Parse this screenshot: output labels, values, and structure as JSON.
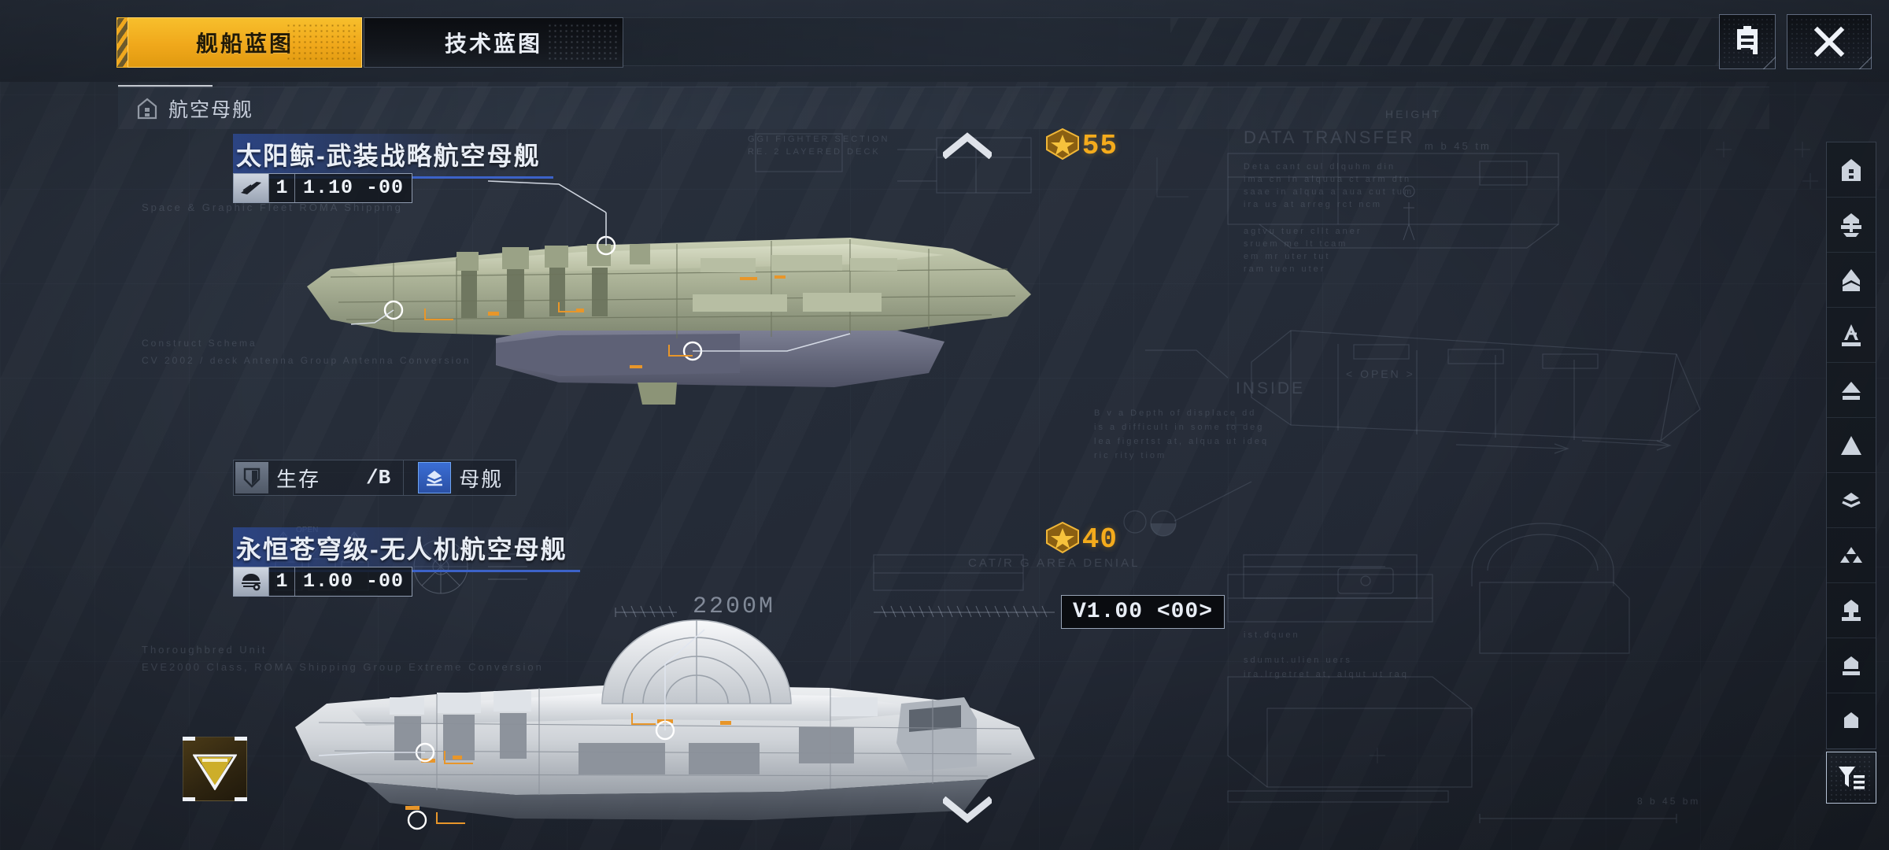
{
  "window": {
    "title": "舰船蓝图",
    "tabs": [
      {
        "label": "舰船蓝图",
        "active": true
      },
      {
        "label": "技术蓝图",
        "active": false
      }
    ],
    "header_buttons": [
      {
        "name": "list-button",
        "icon": "clipboard-icon"
      },
      {
        "name": "close-button",
        "icon": "close-icon"
      }
    ]
  },
  "breadcrumb": {
    "icon": "carrier-icon",
    "label": "航空母舰"
  },
  "ships": [
    {
      "title": "太阳鲸-武装战略航空母舰",
      "version_icon": "wing-icon",
      "version_tier": "1",
      "version_number": "1.10 -00",
      "rank_icon": "rank-star-icon",
      "rank_value": "55",
      "length": "2200M",
      "version_box": "V1.00 <00>",
      "tags": [
        {
          "icon": "shield-icon",
          "label": "生存",
          "grade": "/B"
        },
        {
          "icon": "mothership-icon",
          "label": "母舰",
          "grade": ""
        }
      ],
      "blueprint_labels": [
        "DATA TRANSFER",
        "INSIDE",
        "HEIGHT",
        "OPEN"
      ]
    },
    {
      "title": "永恒苍穹级-无人机航空母舰",
      "version_icon": "gear-globe-icon",
      "version_tier": "1",
      "version_number": "1.00 -00",
      "rank_icon": "rank-star-icon",
      "rank_value": "40",
      "length": "",
      "version_box": "",
      "tags": [],
      "blueprint_labels": [
        "CAT/R G AREA DENIAL"
      ]
    }
  ],
  "scroll": {
    "up_icon": "chevron-up-icon",
    "down_icon": "chevron-down-icon"
  },
  "emblem": {
    "name": "faction-emblem",
    "icon": "triangle-emblem-icon"
  },
  "sidebar": {
    "items": [
      {
        "name": "sidebar-class-carrier",
        "icon": "hull-carrier-icon"
      },
      {
        "name": "sidebar-class-battleship",
        "icon": "hull-battleship-icon"
      },
      {
        "name": "sidebar-class-cruiser",
        "icon": "hull-cruiser-icon"
      },
      {
        "name": "sidebar-class-destroyer",
        "icon": "hull-destroyer-icon"
      },
      {
        "name": "sidebar-class-frigate",
        "icon": "hull-frigate-icon"
      },
      {
        "name": "sidebar-class-corvette",
        "icon": "hull-corvette-icon"
      },
      {
        "name": "sidebar-class-fighter",
        "icon": "hull-fighter-icon"
      },
      {
        "name": "sidebar-class-swarm",
        "icon": "hull-swarm-icon"
      },
      {
        "name": "sidebar-class-station",
        "icon": "hull-station-icon"
      },
      {
        "name": "sidebar-class-transport",
        "icon": "hull-transport-icon"
      },
      {
        "name": "sidebar-class-utility",
        "icon": "hull-utility-icon"
      }
    ],
    "filter": {
      "name": "filter-button",
      "icon": "filter-icon"
    }
  },
  "colors": {
    "accent": "#f0a81b",
    "title_underline": "#3c62c8",
    "rank": "#f4ab1c",
    "background": "#252c38"
  }
}
